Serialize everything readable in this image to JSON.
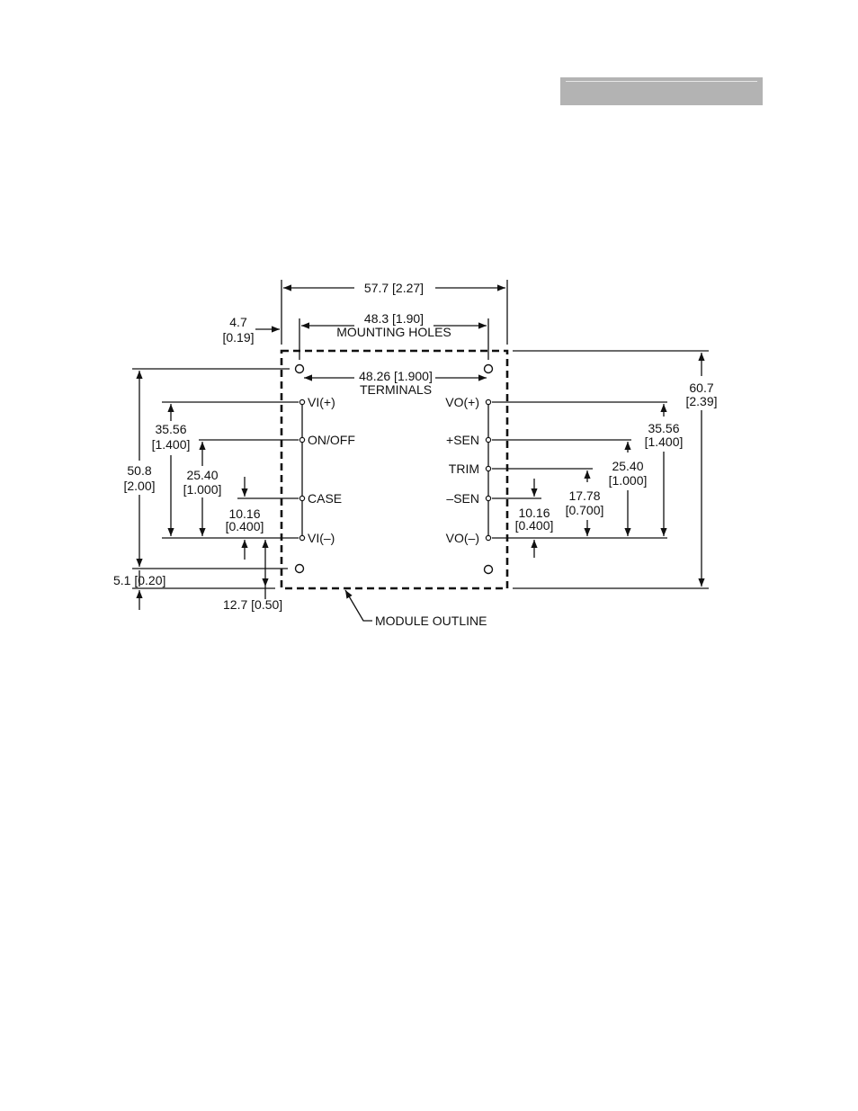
{
  "dimensions": {
    "overall_width": "57.7 [2.27]",
    "mounting_holes_value": "48.3 [1.90]",
    "mounting_holes_label": "MOUNTING HOLES",
    "offset_left_mm": "4.7",
    "offset_left_in": "[0.19]",
    "terminals_value": "48.26 [1.900]",
    "terminals_label": "TERMINALS",
    "overall_height_mm": "60.7",
    "overall_height_in": "[2.39]",
    "left_hole_spacing_mm": "50.8",
    "left_hole_spacing_in": "[2.00]",
    "left_on_off_mm": "35.56",
    "left_on_off_in": "[1.400]",
    "left_case_mm": "25.40",
    "left_case_in": "[1.000]",
    "left_vi_mm": "10.16",
    "left_vi_in": "[0.400]",
    "bottom_hole_offset": "5.1 [0.20]",
    "bottom_terminal_offset": "12.7 [0.50]",
    "right_sen_mm": "35.56",
    "right_sen_in": "[1.400]",
    "right_trim_mm": "25.40",
    "right_trim_in": "[1.000]",
    "right_minus_sen_mm": "17.78",
    "right_minus_sen_in": "[0.700]",
    "right_vo_mm": "10.16",
    "right_vo_in": "[0.400]"
  },
  "pins_left": {
    "vi_plus": "VI(+)",
    "on_off": "ON/OFF",
    "case": "CASE",
    "vi_minus": "VI(–)"
  },
  "pins_right": {
    "vo_plus": "VO(+)",
    "plus_sen": "+SEN",
    "trim": "TRIM",
    "minus_sen": "–SEN",
    "vo_minus": "VO(–)"
  },
  "module_outline_label": "MODULE OUTLINE"
}
